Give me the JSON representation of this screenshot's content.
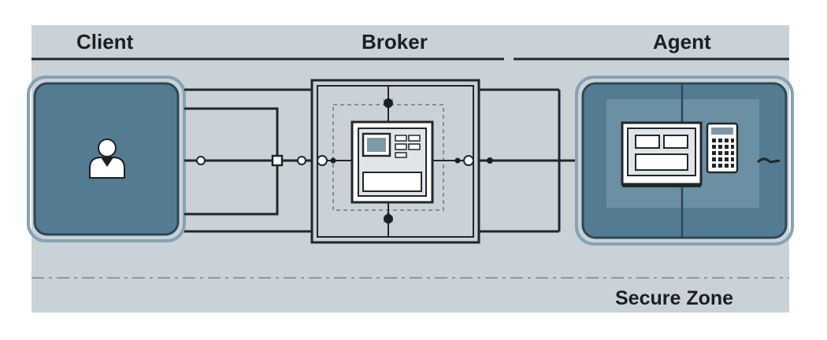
{
  "diagram": {
    "client_label": "Client",
    "broker_label": "Broker",
    "agent_label": "Agent",
    "zone_label": "Secure Zone"
  },
  "colors": {
    "background_panel": "#c9d2d6",
    "node_fill": "#537c92",
    "node_inner": "#6b8fa3",
    "line": "#232629",
    "ring": "#86a2b3",
    "white": "#ffffff"
  },
  "icons": {
    "client": "user-icon",
    "broker": "server-icon",
    "agent_monitor": "monitor-icon",
    "agent_keypad": "keypad-icon"
  }
}
